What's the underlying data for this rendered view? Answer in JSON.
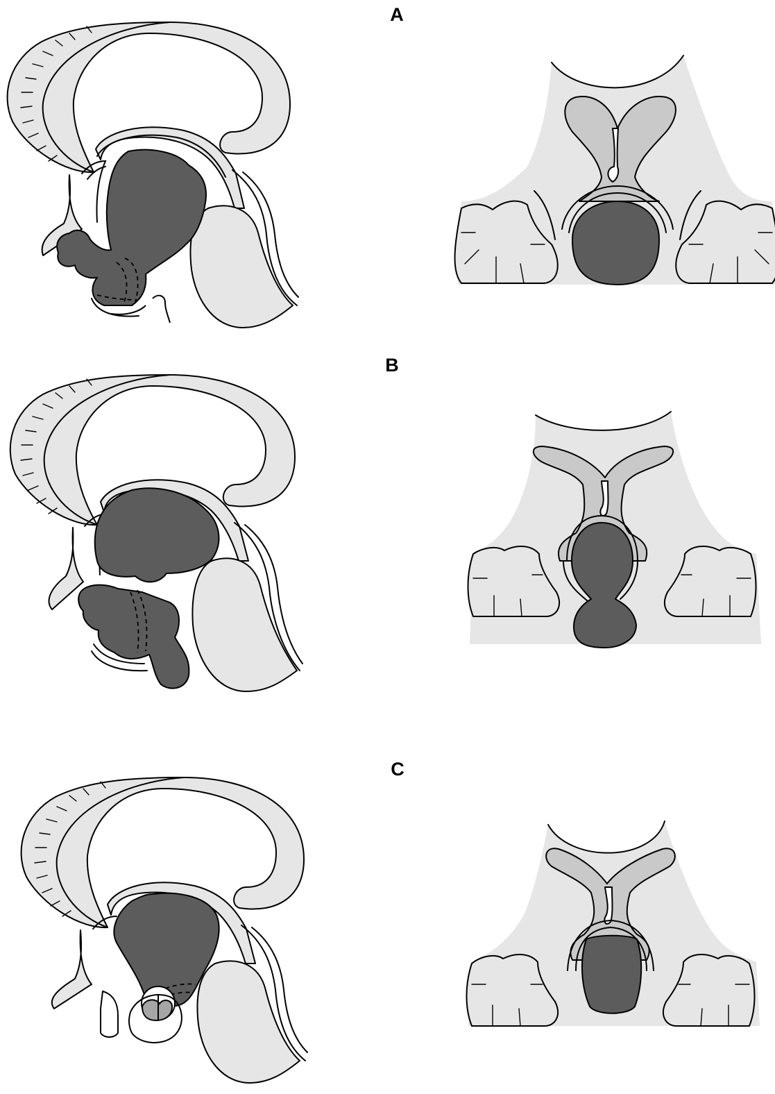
{
  "panels": [
    {
      "label": "A"
    },
    {
      "label": "B"
    },
    {
      "label": "C"
    }
  ],
  "colors": {
    "light_tissue": "#e6e6e6",
    "medium_ventricle": "#c9c9c9",
    "dark_mass": "#5c5c5c",
    "pituitary": "#a6a6a6"
  }
}
